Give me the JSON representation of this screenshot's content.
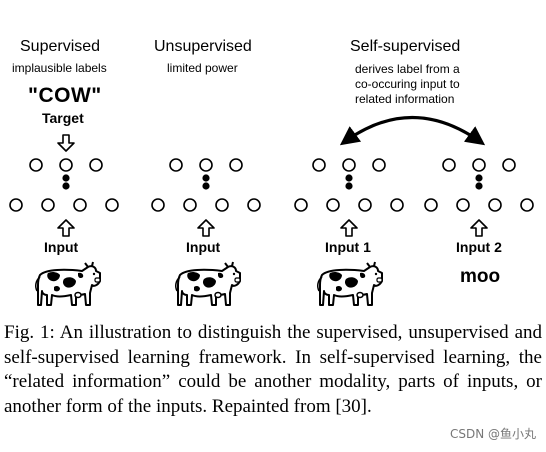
{
  "panels": {
    "supervised": {
      "title": "Supervised",
      "subtitle": "implausible labels",
      "label_text": "\"COW\"",
      "target_label": "Target",
      "input_label": "Input"
    },
    "unsupervised": {
      "title": "Unsupervised",
      "subtitle": "limited power",
      "input_label": "Input"
    },
    "self_supervised": {
      "title": "Self-supervised",
      "subtitle_line1": "derives label from a",
      "subtitle_line2": "co-occuring input to",
      "subtitle_line3": "related information",
      "input1_label": "Input 1",
      "input2_label": "Input 2",
      "input2_text": "moo"
    }
  },
  "caption": {
    "figure_label": "Fig. 1:",
    "text": "An illustration to distinguish the supervised, unsupervised and self-supervised learning framework. In self-supervised learning, the “related information” could be another modality, parts of inputs, or another form of the inputs. Repainted from [30]."
  },
  "watermark": "CSDN @鱼小丸",
  "icons": [
    "cow-icon",
    "arrow-up-icon",
    "arrow-down-icon",
    "curved-double-arrow-icon"
  ]
}
